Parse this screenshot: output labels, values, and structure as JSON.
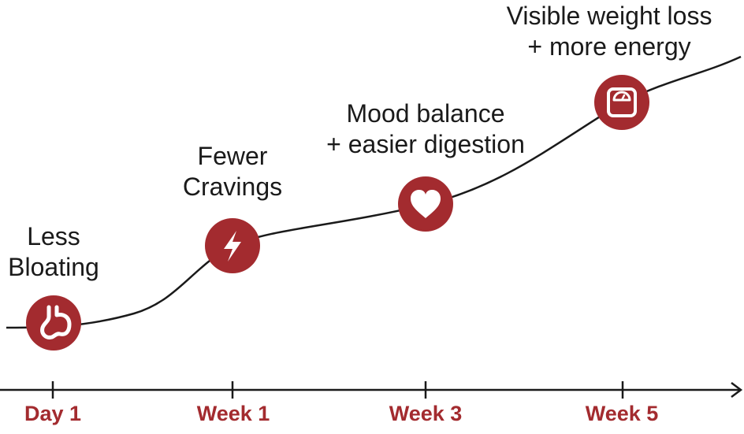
{
  "colors": {
    "accent": "#a32b2f",
    "line": "#1a1a1a",
    "icon_fill": "#ffffff"
  },
  "milestones": [
    {
      "tick": "Day 1",
      "caption": [
        "Less",
        "Bloating"
      ],
      "icon": "stomach-icon"
    },
    {
      "tick": "Week 1",
      "caption": [
        "Fewer",
        "Cravings"
      ],
      "icon": "lightning-bolt-icon"
    },
    {
      "tick": "Week 3",
      "caption": [
        "Mood balance",
        "+ easier digestion"
      ],
      "icon": "heart-icon"
    },
    {
      "tick": "Week 5",
      "caption": [
        "Visible weight loss",
        "+ more energy"
      ],
      "icon": "scale-icon"
    }
  ]
}
